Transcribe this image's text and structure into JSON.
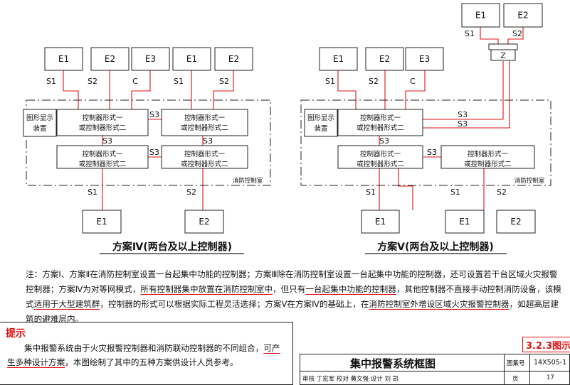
{
  "schemes": {
    "s4": {
      "top": [
        "E1",
        "E2",
        "E3",
        "E1",
        "E2"
      ],
      "top_links": [
        "S1",
        "S2",
        "C",
        "S1",
        "S2"
      ],
      "display": [
        "图形显示",
        "装置"
      ],
      "ctrl_line1": "控制器形式一",
      "ctrl_line2": "或控制器形式二",
      "link_s3": "S3",
      "room": "消防控制室",
      "bottom": [
        "E1",
        "E2"
      ],
      "bottom_links": [
        "S1",
        "S2"
      ],
      "caption": "方案Ⅳ(两台及以上控制器)"
    },
    "s5": {
      "top": [
        "E1",
        "E2",
        "E3"
      ],
      "top_links": [
        "S1",
        "S2",
        "C"
      ],
      "far": [
        "E1",
        "E2"
      ],
      "far_links": [
        "S1",
        "S2"
      ],
      "z": "Z",
      "display": [
        "图形显示",
        "装置"
      ],
      "ctrl_line1": "控制器形式一",
      "ctrl_line2": "或控制器形式二",
      "link_s3": "S3",
      "room": "消防控制室",
      "bottom": [
        "E1",
        "E1",
        "E2"
      ],
      "bottom_links": [
        "S1",
        "S1",
        "S2"
      ],
      "caption": "方案Ⅴ(两台及以上控制器)"
    }
  },
  "note": {
    "p1": "注：方案Ⅰ、方案Ⅱ在消防控制室设置一台起集中功能的控制器；方案Ⅲ除在消防控制室设置一台起集中功能的控制器，还可设置若干台区域火灾报警控制器；方案Ⅳ为对等网模式，",
    "u1": "所有控制器集中放置在消防控制室中",
    "p2": "，但只有",
    "u2": "一台起集中功能的控制器",
    "p3": "，其他控制器不直接手动控制消防设备，该模式",
    "u3": "适用于大型建筑群",
    "p4": "，控制器的形式可以根据实际工程灵活选择；方案Ⅴ在方案Ⅳ的基础上，在",
    "u4": "消防控制室外增设区域火灾报警控制器",
    "p5": "，如超高层建筑的避难层内。"
  },
  "section_tag": "3.2.3图示",
  "tip": {
    "title": "提示",
    "b1": "集中报警系统由于火灾报警控制器和消防联动控制器的不同组合，",
    "u1": "可产生多种设计方案",
    "b2": "，本图绘制了其中的五种方案供设计人员参考。"
  },
  "title_block": {
    "title": "集中报警系统框图",
    "atlas_label": "图集号",
    "atlas_no": "14X505-1",
    "page_label": "页",
    "page_no": "17",
    "sign_row": "审核 丁宏军 校对 黄文强 设计 刘  凯"
  },
  "colors": {
    "red": "#e01010",
    "line": "#222222"
  }
}
